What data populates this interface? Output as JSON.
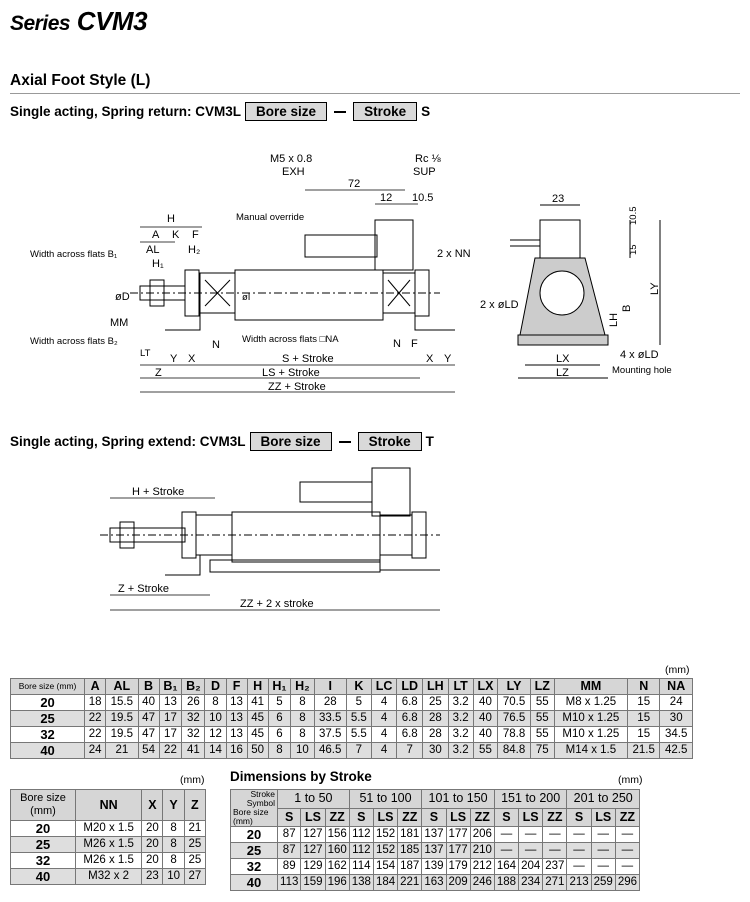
{
  "header": {
    "series_prefix": "Series",
    "series_name": "CVM3",
    "style_title": "Axial Foot Style (L)"
  },
  "order_return": {
    "label": "Single acting, Spring return: CVM3L",
    "box1": "Bore size",
    "box2": "Stroke",
    "suffix": "S"
  },
  "order_extend": {
    "label": "Single acting, Spring extend: CVM3L",
    "box1": "Bore size",
    "box2": "Stroke",
    "suffix": "T"
  },
  "drawing1": {
    "m5": "M5 x 0.8",
    "exh": "EXH",
    "rc": "Rc ⅛",
    "sup": "SUP",
    "d72": "72",
    "d12": "12",
    "d105": "10.5",
    "manual_override": "Manual override",
    "nn": "2 x NN",
    "h": "H",
    "a": "A",
    "k": "K",
    "f": "F",
    "al": "AL",
    "h2": "H₂",
    "h1": "H₁",
    "b1": "Width across flats B₁",
    "b2": "Width across flats B₂",
    "na": "Width across flats □NA",
    "od": "øD",
    "mm": "MM",
    "oi": "øI",
    "lt": "LT",
    "y": "Y",
    "x": "X",
    "n": "N",
    "z": "Z",
    "s": "S + Stroke",
    "ls": "LS + Stroke",
    "zz": "ZZ + Stroke"
  },
  "side_view": {
    "d23": "23",
    "d105": "10.5",
    "d15": "15",
    "ly": "LY",
    "b": "B",
    "lh": "LH",
    "ld2": "2 x øLD",
    "lx": "LX",
    "lz": "LZ",
    "ld4": "4 x øLD",
    "mounting_hole": "Mounting hole"
  },
  "drawing2": {
    "h": "H + Stroke",
    "z": "Z + Stroke",
    "zz": "ZZ + 2 x stroke"
  },
  "main_table": {
    "unit": "(mm)",
    "headers": [
      "Bore size (mm)",
      "A",
      "AL",
      "B",
      "B₁",
      "B₂",
      "D",
      "F",
      "H",
      "H₁",
      "H₂",
      "I",
      "K",
      "LC",
      "LD",
      "LH",
      "LT",
      "LX",
      "LY",
      "LZ",
      "MM",
      "N",
      "NA"
    ],
    "rows": [
      [
        "20",
        "18",
        "15.5",
        "40",
        "13",
        "26",
        "8",
        "13",
        "41",
        "5",
        "8",
        "28",
        "5",
        "4",
        "6.8",
        "25",
        "3.2",
        "40",
        "70.5",
        "55",
        "M8 x 1.25",
        "15",
        "24"
      ],
      [
        "25",
        "22",
        "19.5",
        "47",
        "17",
        "32",
        "10",
        "13",
        "45",
        "6",
        "8",
        "33.5",
        "5.5",
        "4",
        "6.8",
        "28",
        "3.2",
        "40",
        "76.5",
        "55",
        "M10 x 1.25",
        "15",
        "30"
      ],
      [
        "32",
        "22",
        "19.5",
        "47",
        "17",
        "32",
        "12",
        "13",
        "45",
        "6",
        "8",
        "37.5",
        "5.5",
        "4",
        "6.8",
        "28",
        "3.2",
        "40",
        "78.8",
        "55",
        "M10 x 1.25",
        "15",
        "34.5"
      ],
      [
        "40",
        "24",
        "21",
        "54",
        "22",
        "41",
        "14",
        "16",
        "50",
        "8",
        "10",
        "46.5",
        "7",
        "4",
        "7",
        "30",
        "3.2",
        "55",
        "84.8",
        "75",
        "M14 x 1.5",
        "21.5",
        "42.5"
      ]
    ]
  },
  "nn_table": {
    "unit": "(mm)",
    "headers": [
      "Bore size (mm)",
      "NN",
      "X",
      "Y",
      "Z"
    ],
    "rows": [
      [
        "20",
        "M20 x 1.5",
        "20",
        "8",
        "21"
      ],
      [
        "25",
        "M26 x 1.5",
        "20",
        "8",
        "25"
      ],
      [
        "32",
        "M26 x 1.5",
        "20",
        "8",
        "25"
      ],
      [
        "40",
        "M32 x 2",
        "23",
        "10",
        "27"
      ]
    ]
  },
  "stroke_table": {
    "title": "Dimensions by Stroke",
    "unit": "(mm)",
    "corner": {
      "stroke": "Stroke",
      "symbol": "Symbol",
      "bore": "Bore size (mm)"
    },
    "ranges": [
      "1 to 50",
      "51 to 100",
      "101 to 150",
      "151 to 200",
      "201 to 250"
    ],
    "symbols": [
      "S",
      "LS",
      "ZZ"
    ],
    "rows": [
      [
        "20",
        "87",
        "127",
        "156",
        "112",
        "152",
        "181",
        "137",
        "177",
        "206",
        "—",
        "—",
        "—",
        "—",
        "—",
        "—"
      ],
      [
        "25",
        "87",
        "127",
        "160",
        "112",
        "152",
        "185",
        "137",
        "177",
        "210",
        "—",
        "—",
        "—",
        "—",
        "—",
        "—"
      ],
      [
        "32",
        "89",
        "129",
        "162",
        "114",
        "154",
        "187",
        "139",
        "179",
        "212",
        "164",
        "204",
        "237",
        "—",
        "—",
        "—"
      ],
      [
        "40",
        "113",
        "159",
        "196",
        "138",
        "184",
        "221",
        "163",
        "209",
        "246",
        "188",
        "234",
        "271",
        "213",
        "259",
        "296"
      ]
    ]
  }
}
